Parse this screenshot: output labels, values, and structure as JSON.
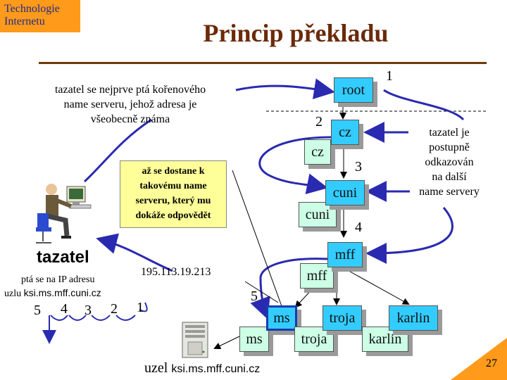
{
  "header": {
    "badge_line1": "Technologie",
    "badge_line2": "Internetu",
    "title": "Princip překladu"
  },
  "notes": {
    "root_note_1": "tazatel se nejprve ptá kořenového",
    "root_note_2": "name serveru, jehož adresa je",
    "root_note_3": "všeobecně známa",
    "right_note_1": "tazatel je",
    "right_note_2": "postupně",
    "right_note_3": "odkazován",
    "right_note_4": "na další",
    "right_note_5": "name servery",
    "yellow_1": "až se dostane k",
    "yellow_2": "takovému name",
    "yellow_3": "serveru, který mu",
    "yellow_4": "dokáže odpovědět"
  },
  "servers": {
    "root": "root",
    "cz_front": "cz",
    "cz_back": "cz",
    "cuni_front": "cuni",
    "cuni_back": "cuni",
    "mff_front": "mff",
    "mff_back": "mff",
    "ms_front": "ms",
    "ms_back": "ms",
    "troja_front": "troja",
    "troja_back": "troja",
    "karlin_front": "karlin",
    "karlin_back": "karlin"
  },
  "steps": {
    "s1": "1",
    "s2": "2",
    "s3": "3",
    "s4": "4",
    "s5": "5"
  },
  "asker": {
    "label": "tazatel",
    "ask_line1": "ptá se na IP adresu",
    "ask_line2_prefix": "uzlu ",
    "ask_line2_host": "ksi.ms.mff.cuni.cz",
    "seq": [
      "5",
      "4",
      "3",
      "2",
      "1"
    ]
  },
  "ip_address": "195.113.19.213",
  "node": {
    "prefix": "uzel ",
    "host": "ksi.ms.mff.cuni.cz"
  },
  "page_number": "27",
  "colors": {
    "badge": "#ff9a1a",
    "title": "#6b2a0a",
    "server_blue": "#33ccff",
    "server_mint": "#ccffe6",
    "note_yellow": "#ffff99",
    "arrow_blue": "#2a2ab0"
  }
}
